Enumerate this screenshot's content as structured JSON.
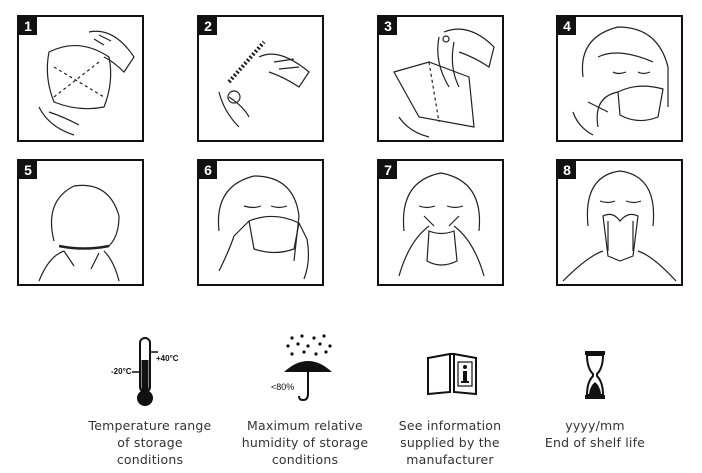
{
  "steps": [
    {
      "number": "1"
    },
    {
      "number": "2"
    },
    {
      "number": "3"
    },
    {
      "number": "4"
    },
    {
      "number": "5"
    },
    {
      "number": "6"
    },
    {
      "number": "7"
    },
    {
      "number": "8"
    }
  ],
  "symbols": {
    "temperature": {
      "low_label": "-20°C",
      "high_label": "+40°C",
      "caption": [
        "Temperature range",
        "of storage",
        "conditions"
      ]
    },
    "humidity": {
      "label": "<80%",
      "caption": [
        "Maximum relative",
        "humidity of storage",
        "conditions"
      ]
    },
    "information": {
      "caption": [
        "See information",
        "supplied by the",
        "manufacturer"
      ]
    },
    "shelf_life": {
      "caption": [
        "yyyy/mm",
        "End of shelf life"
      ]
    }
  }
}
